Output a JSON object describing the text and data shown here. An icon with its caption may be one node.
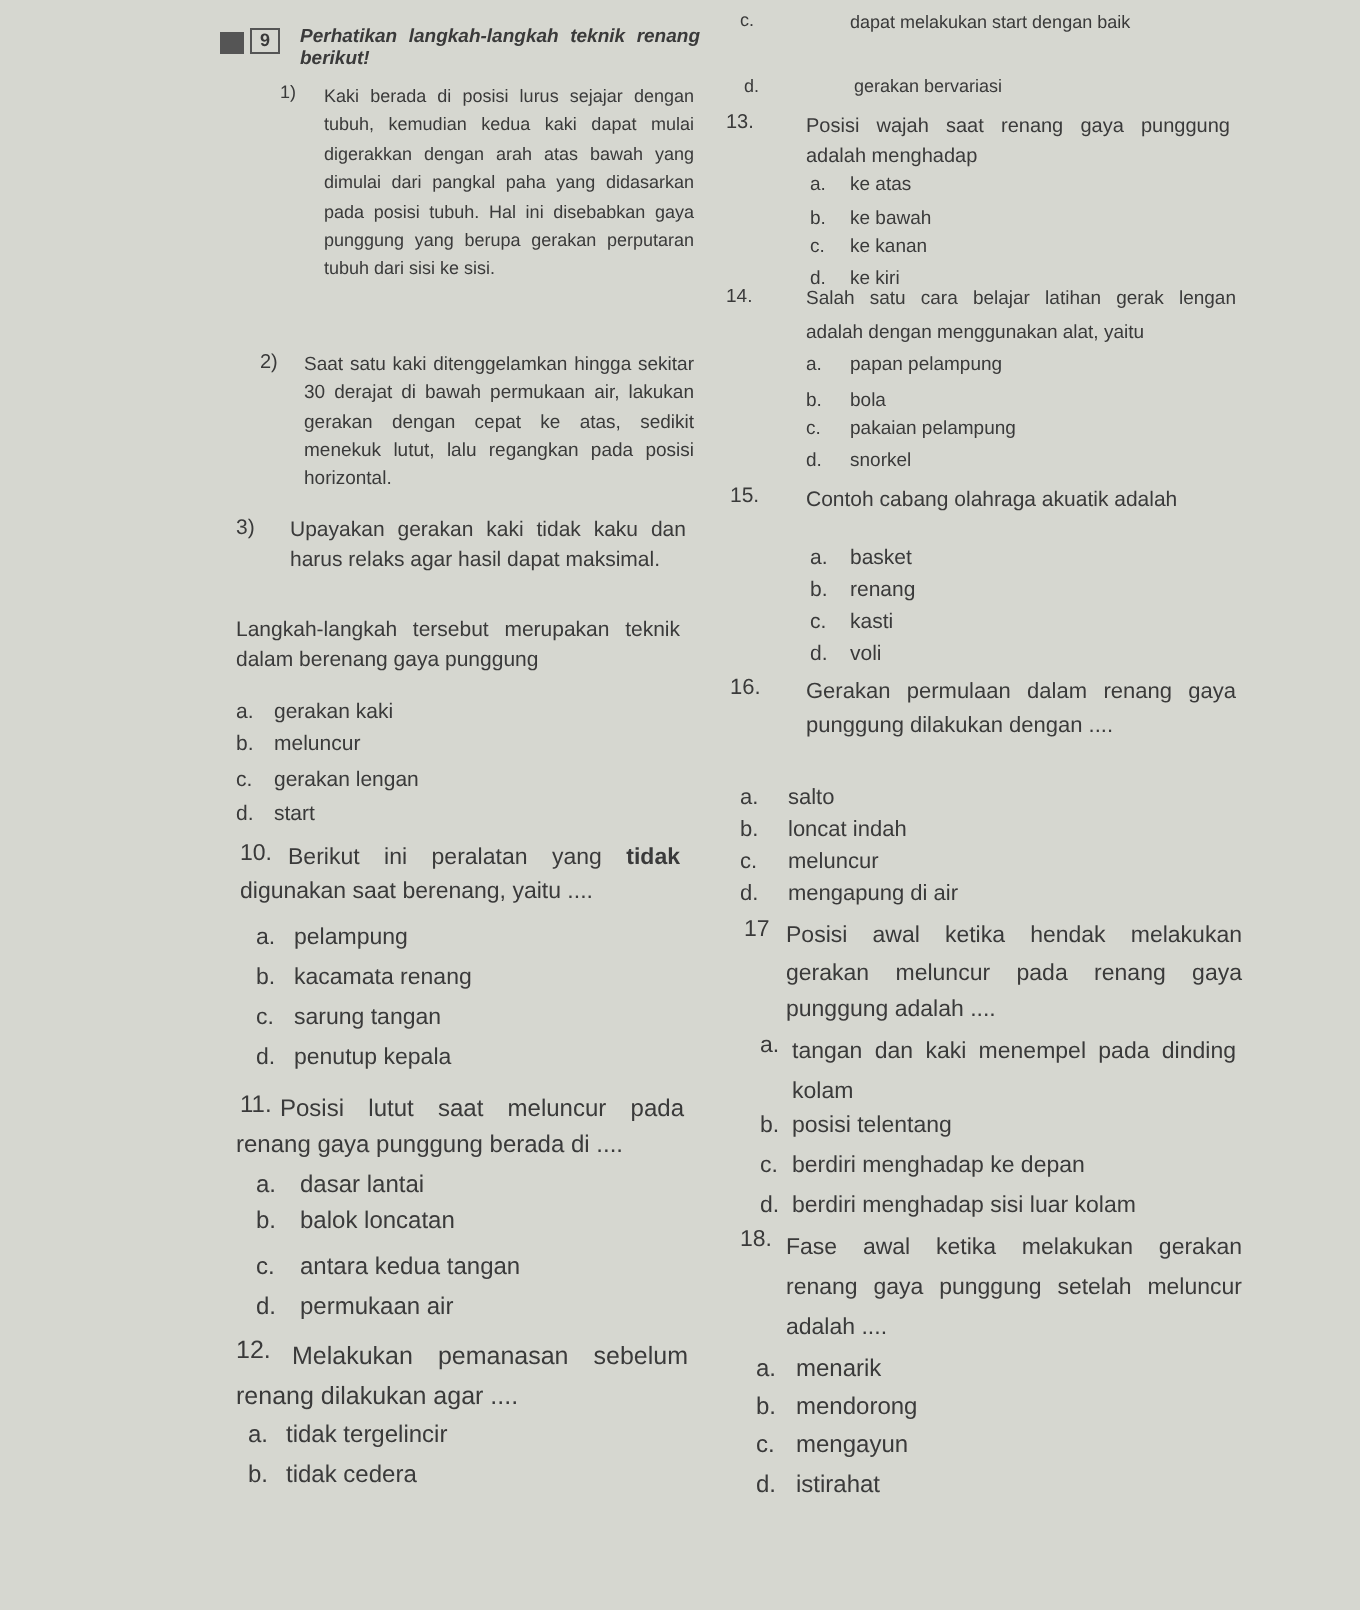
{
  "diagram": {
    "labels": [
      "9",
      "Perhatikan langkah-langkah teknik renang berikut!",
      "1)",
      "Kaki berada di posisi lurus sejajar dengan tubuh, kemudian kedua kaki dapat mulai digerakkan dengan arah atas bawah yang dimulai dari pangkal paha yang didasarkan pada posisi tubuh. Hal ini disebabkan gaya punggung yang berupa gerakan perputaran tubuh dari sisi ke sisi.",
      "2)",
      "Saat satu kaki ditenggelamkan hingga sekitar 30 derajat di bawah permukaan air, lakukan gerakan dengan cepat ke atas, sedikit menekuk lutut, lalu regangkan pada posisi horizontal.",
      "3)",
      "Upayakan gerakan kaki tidak kaku dan harus relaks agar hasil dapat maksimal.",
      "Langkah-langkah tersebut merupakan teknik dalam berenang gaya punggung",
      "a.",
      "gerakan kaki",
      "b.",
      "meluncur",
      "c.",
      "gerakan lengan",
      "d.",
      "start",
      "10.",
      "Berikut ini peralatan yang **tidak** digunakan saat berenang, yaitu ....",
      "a.",
      "pelampung",
      "b.",
      "kacamata renang",
      "c.",
      "sarung tangan",
      "d.",
      "penutup kepala",
      "11.",
      "Posisi lutut saat meluncur pada renang gaya punggung berada di ....",
      "a.",
      "dasar lantai",
      "b.",
      "balok loncatan",
      "c.",
      "antara kedua tangan",
      "d.",
      "permukaan air",
      "12.",
      "Melakukan pemanasan sebelum renang dilakukan agar ....",
      "a.",
      "tidak tergelincir",
      "b.",
      "tidak cedera",
      "c.",
      "dapat melakukan start dengan baik",
      "d.",
      "gerakan bervariasi",
      "13.",
      "Posisi wajah saat renang gaya punggung adalah menghadap",
      "a.",
      "ke atas",
      "b.",
      "ke bawah",
      "c.",
      "ke kanan",
      "d.",
      "ke kiri",
      "14.",
      "Salah satu cara belajar latihan gerak lengan adalah dengan menggunakan alat, yaitu",
      "a.",
      "papan pelampung",
      "b.",
      "bola",
      "c.",
      "pakaian pelampung",
      "d.",
      "snorkel",
      "15.",
      "Contoh cabang olahraga akuatik adalah",
      "a.",
      "basket",
      "b.",
      "renang",
      "c.",
      "kasti",
      "d.",
      "voli",
      "16.",
      "Gerakan permulaan dalam renang gaya punggung dilakukan dengan ....",
      "a.",
      "salto",
      "b.",
      "loncat indah",
      "c.",
      "meluncur",
      "d.",
      "mengapung di air",
      "17",
      "Posisi awal ketika hendak melakukan gerakan meluncur pada renang gaya punggung adalah ....",
      "a.",
      "tangan dan kaki menempel pada dinding kolam",
      "b.",
      "posisi telentang",
      "c.",
      "berdiri menghadap ke depan",
      "d.",
      "berdiri menghadap sisi luar kolam",
      "18.",
      "Fase awal ketika melakukan gerakan renang gaya punggung setelah meluncur adalah ....",
      "a.",
      "menarik",
      "b.",
      "mendorong",
      "c.",
      "mengayun",
      "d.",
      "istirahat"
    ]
  }
}
